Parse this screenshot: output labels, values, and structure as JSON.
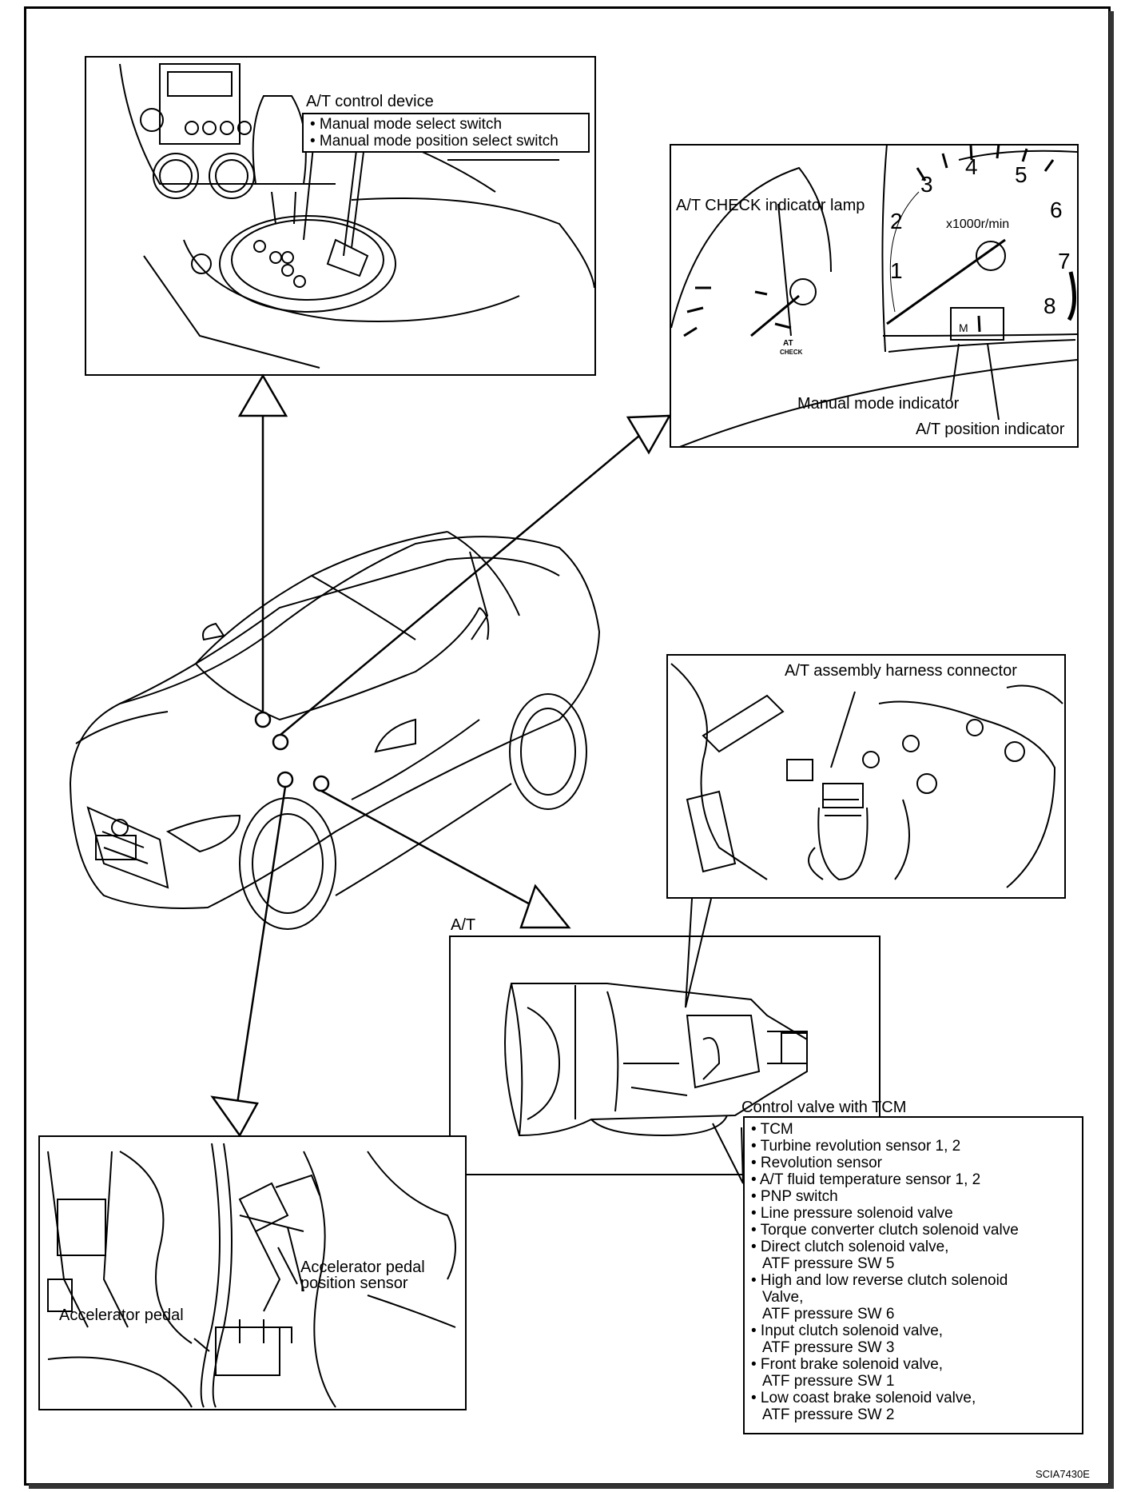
{
  "labels": {
    "at_control_device": "A/T control device",
    "at_check_lamp": "A/T CHECK indicator lamp",
    "manual_mode_indicator": "Manual mode indicator",
    "at_position_indicator": "A/T position indicator",
    "harness_connector": "A/T assembly harness connector",
    "at": "A/T",
    "control_valve": "Control valve with TCM",
    "accel_pedal": "Accelerator pedal",
    "accel_sensor_1": "Accelerator pedal",
    "accel_sensor_2": "position sensor",
    "tach_unit": "x1000r/min",
    "gauge_m": "M",
    "at_check_text_1": "AT",
    "at_check_text_2": "CHECK",
    "image_code": "SCIA7430E"
  },
  "switch_list": [
    "• Manual mode select switch",
    "• Manual mode position select switch"
  ],
  "tach_numbers": [
    "1",
    "2",
    "3",
    "4",
    "5",
    "6",
    "7",
    "8"
  ],
  "tcm_list": [
    {
      "text": "• TCM",
      "cont": false
    },
    {
      "text": "• Turbine revolution sensor 1, 2",
      "cont": false
    },
    {
      "text": "• Revolution sensor",
      "cont": false
    },
    {
      "text": "• A/T fluid temperature sensor 1, 2",
      "cont": false
    },
    {
      "text": "• PNP switch",
      "cont": false
    },
    {
      "text": "• Line pressure solenoid valve",
      "cont": false
    },
    {
      "text": "• Torque converter clutch solenoid valve",
      "cont": false
    },
    {
      "text": "• Direct clutch solenoid valve,",
      "cont": false
    },
    {
      "text": "ATF pressure SW 5",
      "cont": true
    },
    {
      "text": "• High and low reverse clutch solenoid",
      "cont": false
    },
    {
      "text": "Valve,",
      "cont": true
    },
    {
      "text": "ATF pressure SW 6",
      "cont": true
    },
    {
      "text": "• Input clutch solenoid valve,",
      "cont": false
    },
    {
      "text": "ATF pressure SW 3",
      "cont": true
    },
    {
      "text": "• Front brake solenoid valve,",
      "cont": false
    },
    {
      "text": "ATF pressure SW 1",
      "cont": true
    },
    {
      "text": "• Low coast brake solenoid valve,",
      "cont": false
    },
    {
      "text": "ATF pressure SW 2",
      "cont": true
    }
  ]
}
